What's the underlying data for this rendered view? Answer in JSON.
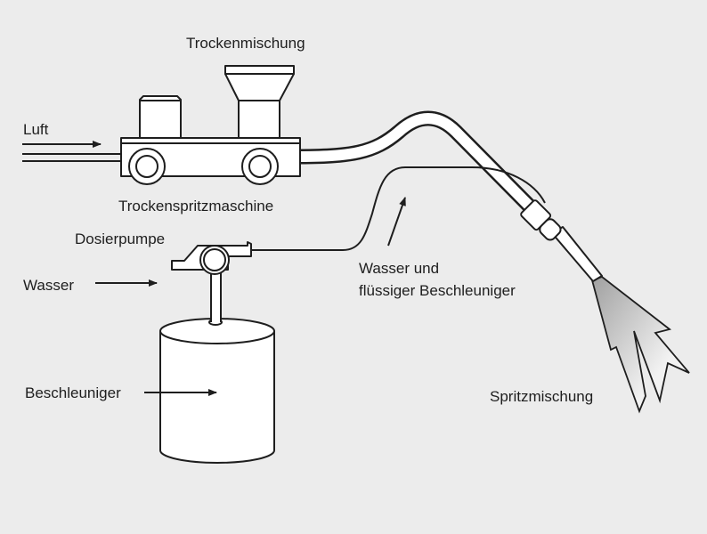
{
  "labels": {
    "dry_mix": "Trockenmischung",
    "air": "Luft",
    "dry_spray_machine": "Trockenspritzmaschine",
    "dosing_pump": "Dosierpumpe",
    "water": "Wasser",
    "water_and_line1": "Wasser und",
    "water_and_line2": "flüssiger Beschleuniger",
    "accelerator": "Beschleuniger",
    "spray_mix": "Spritzmischung"
  },
  "colors": {
    "background": "#ececec",
    "line": "#1e1e1e",
    "spray": "#a8a8a8"
  }
}
